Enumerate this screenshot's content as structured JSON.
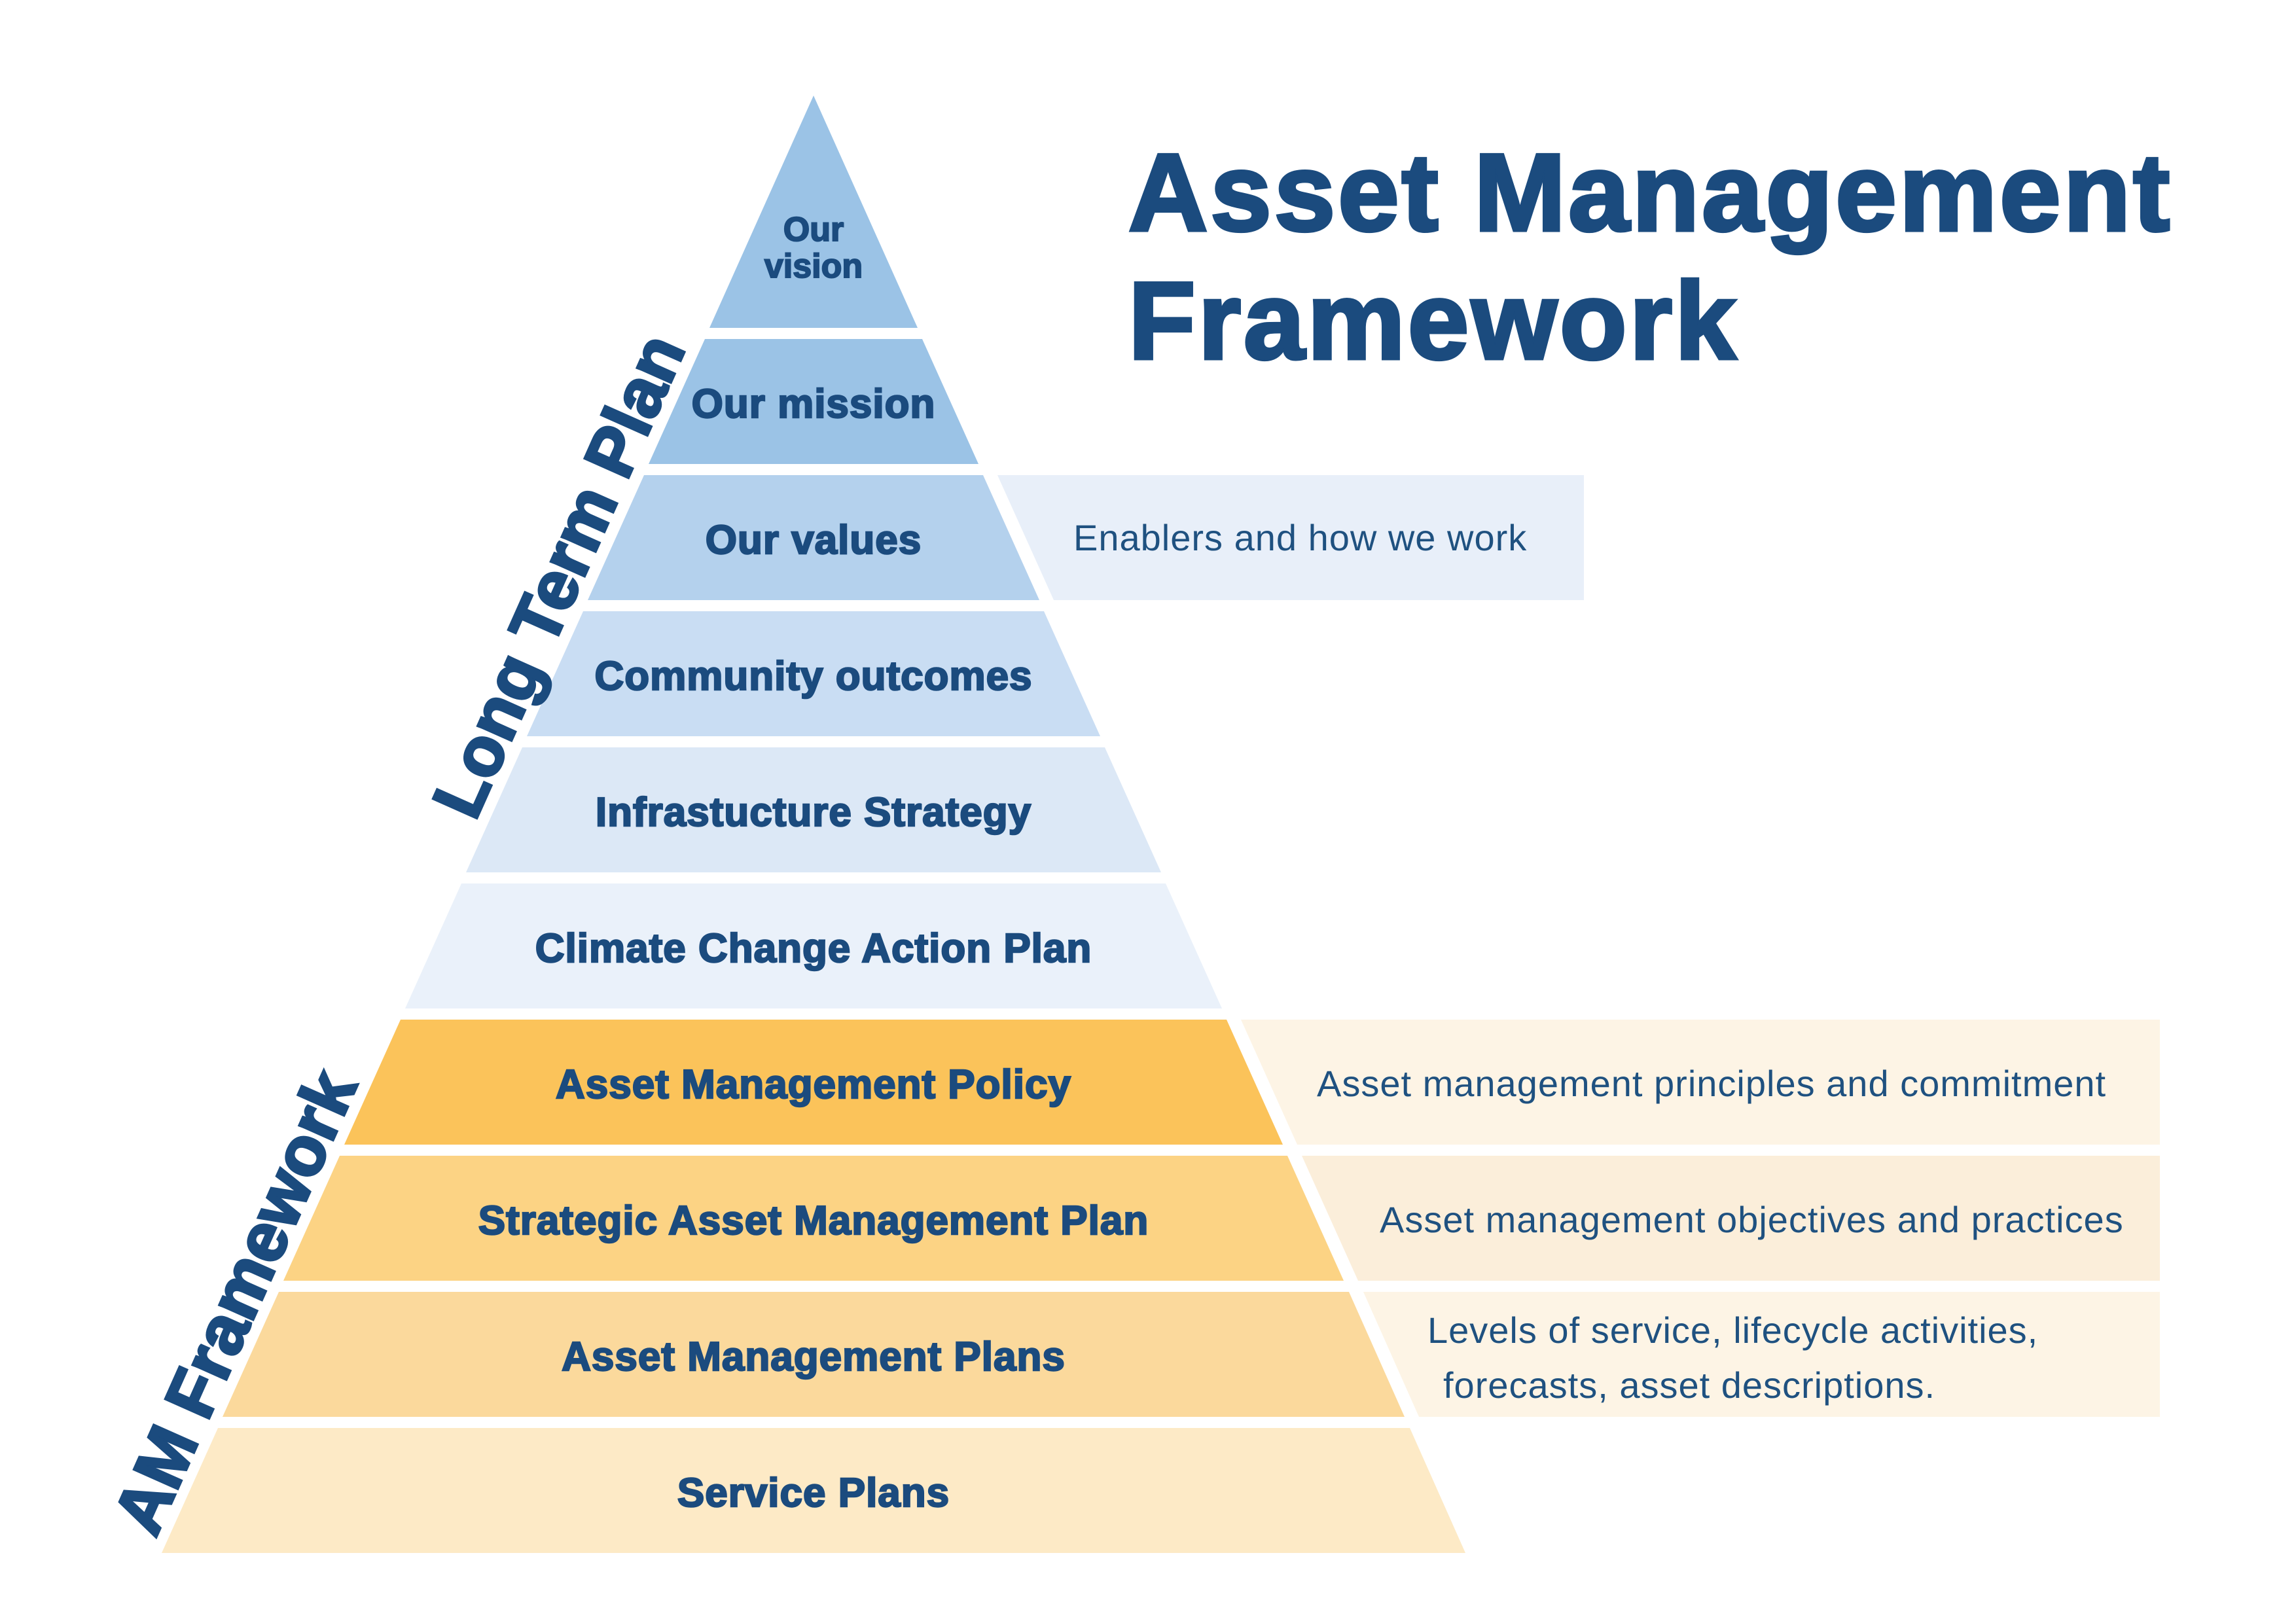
{
  "title": {
    "line1": "Asset Management",
    "line2": "Framework",
    "color": "#1B4B7E"
  },
  "groups": {
    "long_term_plan": "Long Term Plan",
    "am_framework": "AM Framework"
  },
  "pyramid": {
    "levels": [
      {
        "label_line1": "Our",
        "label_line2": "vision",
        "color": "#9BC3E6"
      },
      {
        "label": "Our mission",
        "color": "#9BC3E6"
      },
      {
        "label": "Our values",
        "color": "#B4D1ED"
      },
      {
        "label": "Community outcomes",
        "color": "#C9DDF3"
      },
      {
        "label": "Infrastucture Strategy",
        "color": "#DCE8F6"
      },
      {
        "label": "Climate Change Action Plan",
        "color": "#EAF1FA"
      },
      {
        "label": "Asset Management Policy",
        "color": "#FBC35A"
      },
      {
        "label": "Strategic Asset Management Plan",
        "color": "#FCD384"
      },
      {
        "label": "Asset Management Plans",
        "color": "#FBD99C"
      },
      {
        "label": "Service Plans",
        "color": "#FDEAC6"
      }
    ]
  },
  "annotations": [
    {
      "text": "Enablers and how we work",
      "color": "#E8EFF9"
    },
    {
      "text": "Asset management principles and commitment",
      "color": "#FDF4E5"
    },
    {
      "text": "Asset management objectives and practices",
      "color": "#FBEEDA"
    },
    {
      "text_line1": "Levels of service, lifecycle activities,",
      "text_line2": "forecasts, asset descriptions.",
      "color": "#FDF4E5"
    }
  ]
}
